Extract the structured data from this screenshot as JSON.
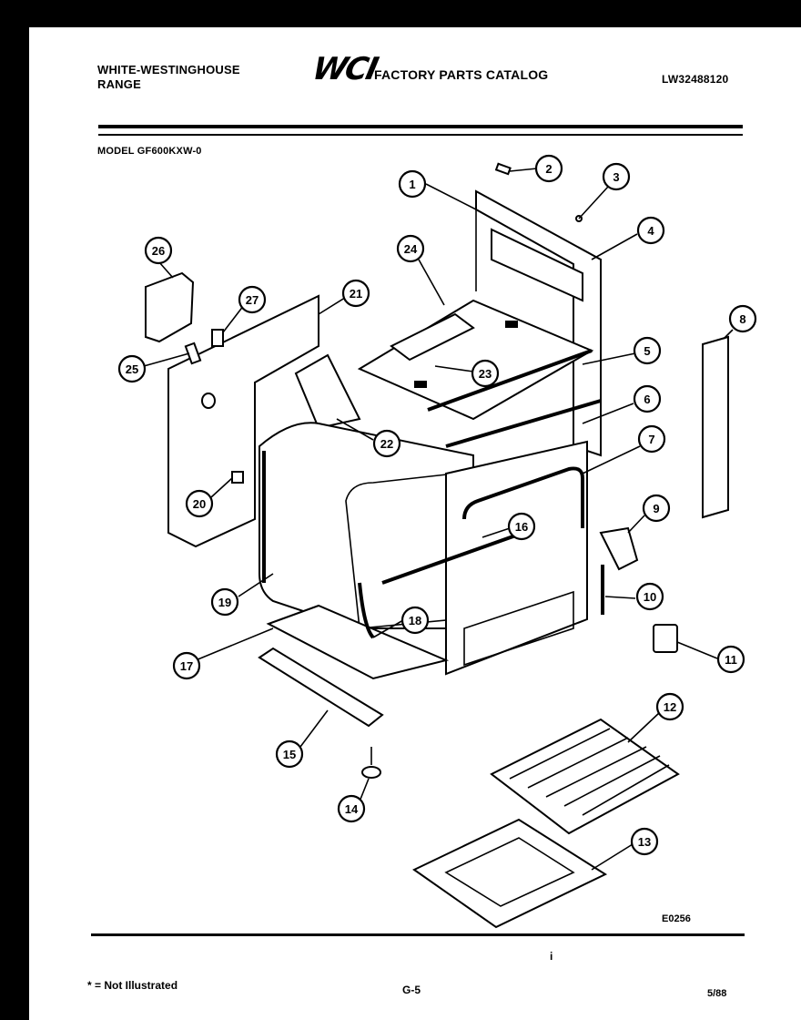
{
  "header": {
    "brand_line1": "WHITE-WESTINGHOUSE",
    "brand_line2": "RANGE",
    "logo": "WCI",
    "catalog_title": "FACTORY PARTS CATALOG",
    "doc_number": "LW32488120",
    "model": "MODEL GF600KXW-0"
  },
  "callouts": [
    "1",
    "2",
    "3",
    "4",
    "5",
    "6",
    "7",
    "8",
    "9",
    "10",
    "11",
    "12",
    "13",
    "14",
    "15",
    "16",
    "17",
    "18",
    "19",
    "20",
    "21",
    "22",
    "23",
    "24",
    "25",
    "26",
    "27"
  ],
  "footer": {
    "note": "* = Not Illustrated",
    "page": "G-5",
    "date": "5/88",
    "figure_code": "E0256",
    "mark": "i"
  }
}
